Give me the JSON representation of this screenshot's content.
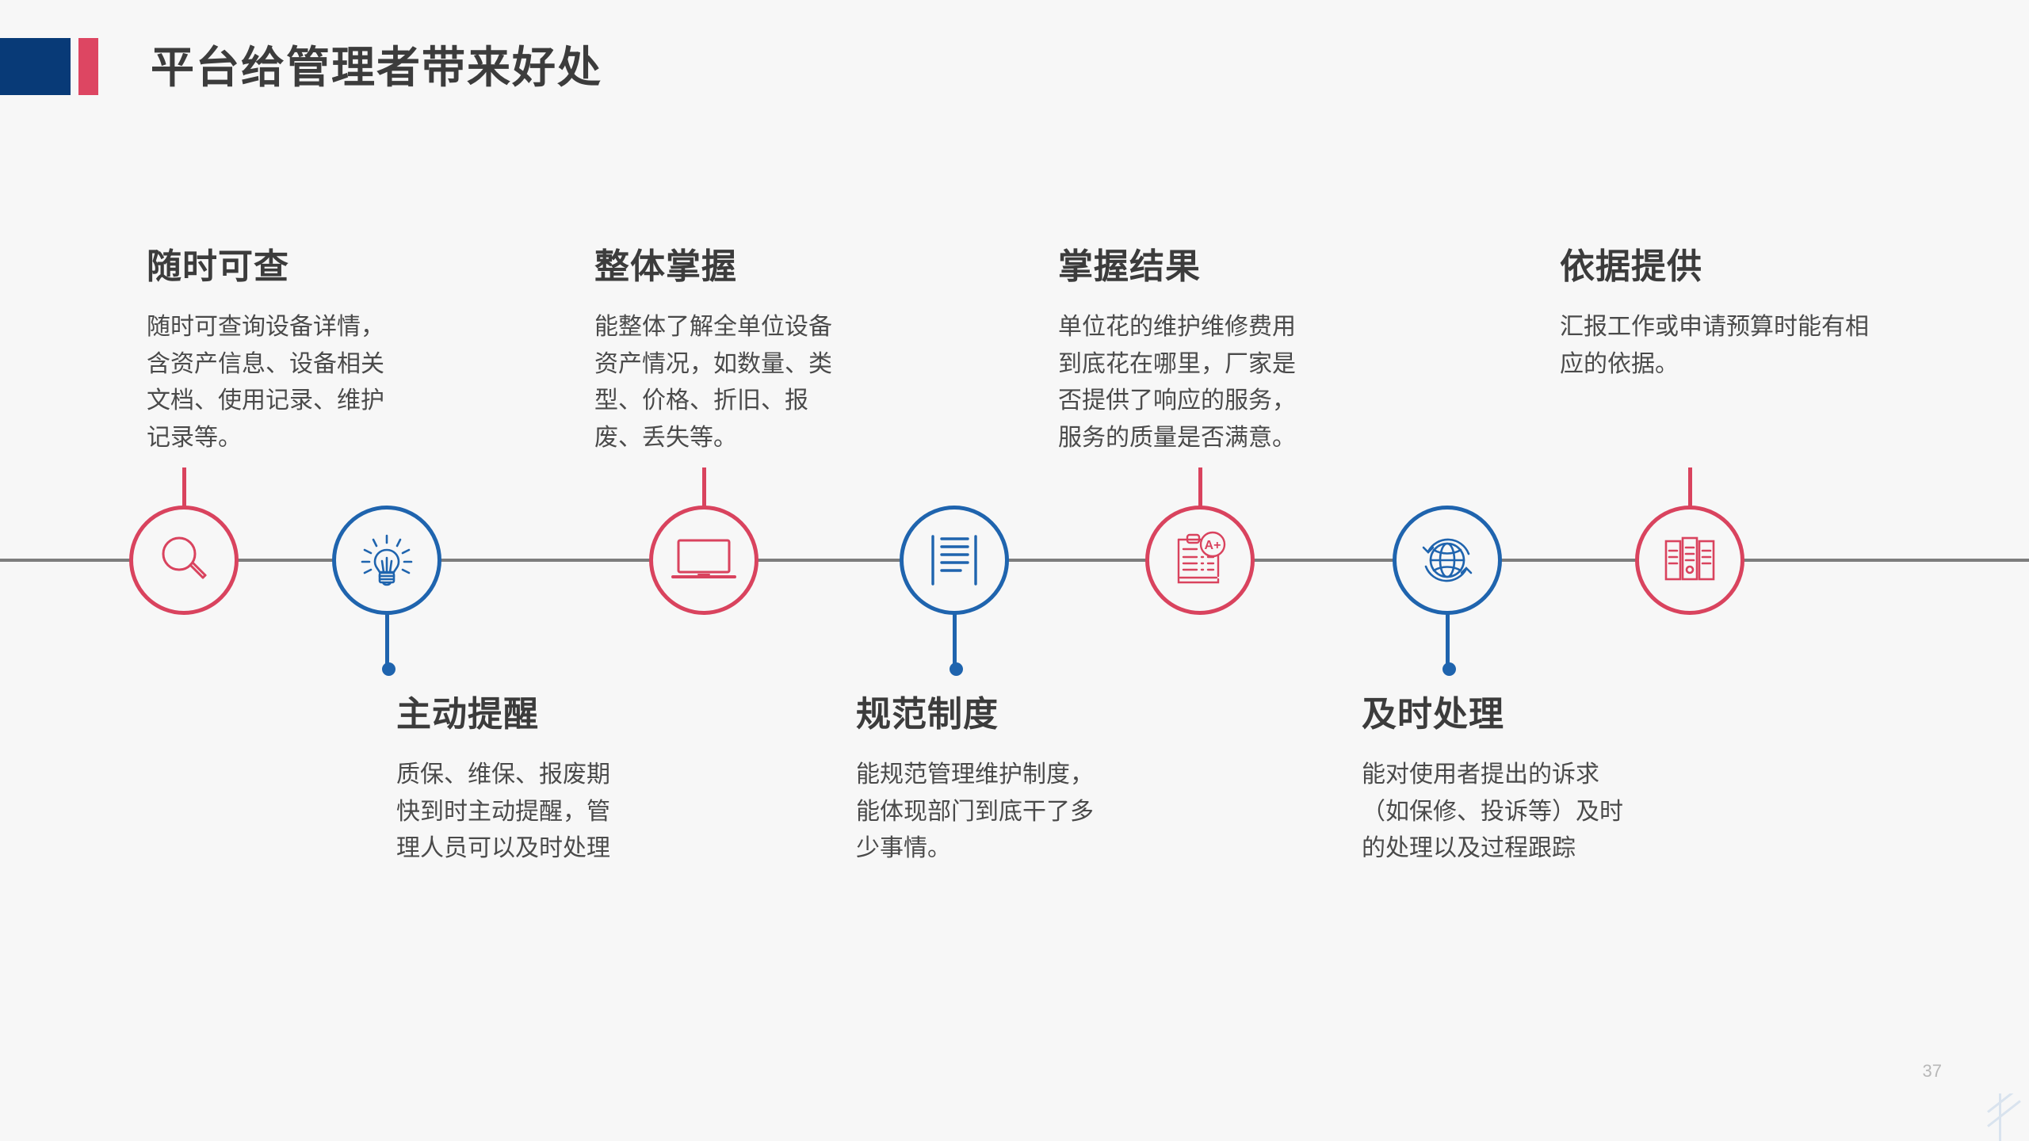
{
  "slide": {
    "title": "平台给管理者带来好处",
    "page_number": "37",
    "accent_navy": "#083a77",
    "accent_red": "#dd4662",
    "node_red": "#d9435e",
    "node_blue": "#1f64ae",
    "axis_color": "#7d7d7d",
    "background": "#f7f7f7",
    "heading_color": "#3c3c3c",
    "body_color": "#4a4a4a"
  },
  "nodes": [
    {
      "icon": "magnifier-icon",
      "color": "red",
      "position": "top"
    },
    {
      "icon": "lightbulb-icon",
      "color": "blue",
      "position": "bottom"
    },
    {
      "icon": "laptop-icon",
      "color": "red",
      "position": "top"
    },
    {
      "icon": "document-lines-icon",
      "color": "blue",
      "position": "bottom"
    },
    {
      "icon": "clipboard-grade-icon",
      "color": "red",
      "position": "top"
    },
    {
      "icon": "globe-refresh-icon",
      "color": "blue",
      "position": "bottom"
    },
    {
      "icon": "archive-binders-icon",
      "color": "red",
      "position": "top"
    }
  ],
  "items_top": [
    {
      "title": "随时可查",
      "body": "随时可查询设备详情，含资产信息、设备相关文档、使用记录、维护记录等。"
    },
    {
      "title": "整体掌握",
      "body": "能整体了解全单位设备资产情况，如数量、类型、价格、折旧、报废、丢失等。"
    },
    {
      "title": "掌握结果",
      "body": "单位花的维护维修费用到底花在哪里，厂家是否提供了响应的服务，服务的质量是否满意。"
    },
    {
      "title": "依据提供",
      "body": "汇报工作或申请预算时能有相应的依据。"
    }
  ],
  "items_bottom": [
    {
      "title": "主动提醒",
      "body": "质保、维保、报废期快到时主动提醒，管理人员可以及时处理"
    },
    {
      "title": "规范制度",
      "body": "能规范管理维护制度，能体现部门到底干了多少事情。"
    },
    {
      "title": "及时处理",
      "body": "能对使用者提出的诉求（如保修、投诉等）及时的处理以及过程跟踪"
    }
  ]
}
